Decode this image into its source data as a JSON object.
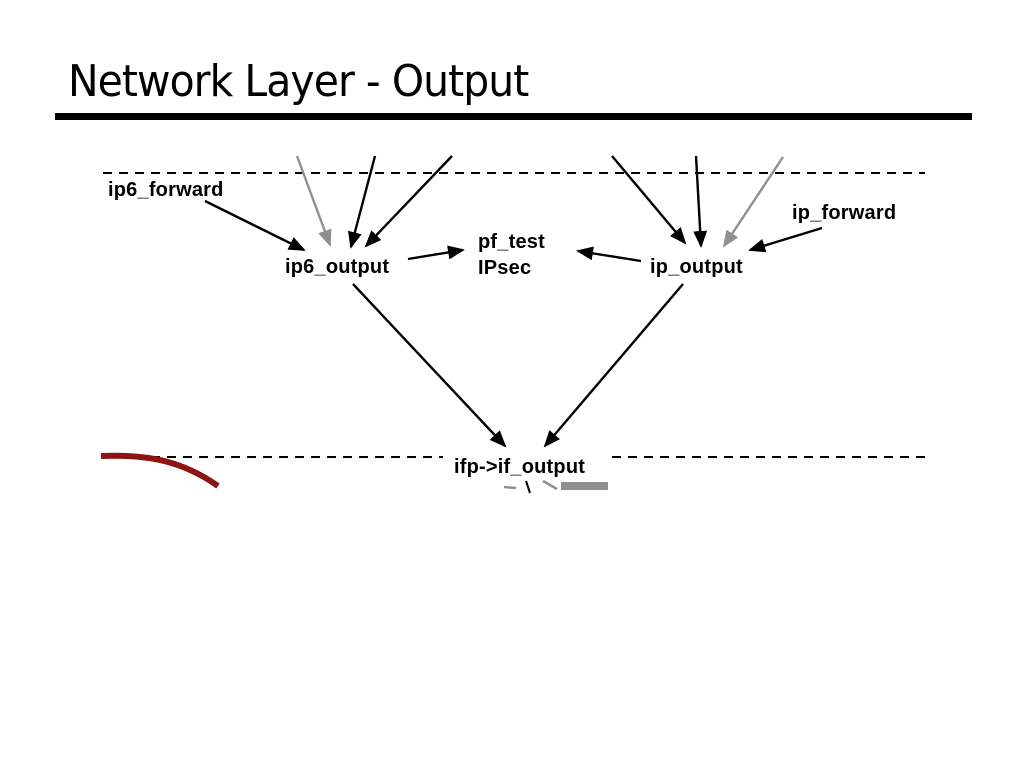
{
  "slide": {
    "title": "Network Layer - Output"
  },
  "diagram": {
    "description_nodes": {
      "ip6_forward": {
        "label": "ip6_forward"
      },
      "ip6_output": {
        "label": "ip6_output"
      },
      "pf_test": {
        "label_line1": "pf_test",
        "label_line2": "IPsec"
      },
      "ip_output": {
        "label": "ip_output"
      },
      "ip_forward": {
        "label": "ip_forward"
      },
      "ifp_if_output": {
        "label": "ifp->if_output"
      }
    },
    "colors": {
      "ink": "#000000",
      "gray_arrow": "#909090",
      "red_annotation": "#8e1313",
      "background": "#ffffff"
    }
  }
}
